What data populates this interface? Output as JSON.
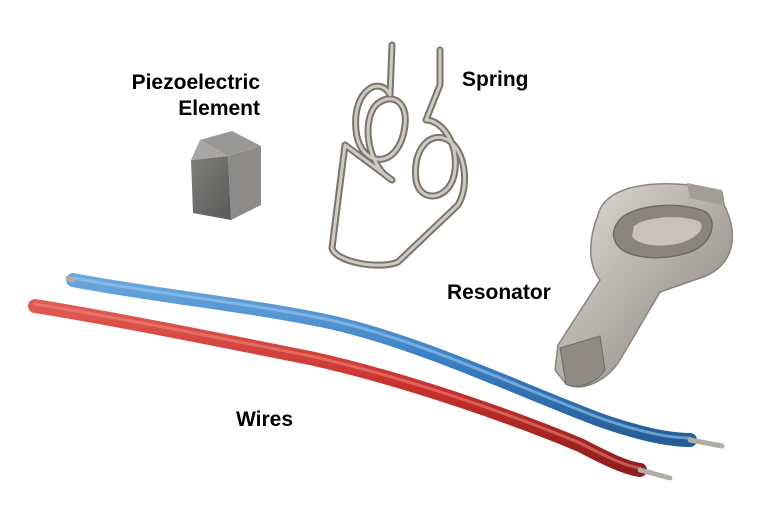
{
  "labels": {
    "piezo_line1": "Piezoelectric",
    "piezo_line2": "Element",
    "spring": "Spring",
    "resonator": "Resonator",
    "wires": "Wires"
  },
  "colors": {
    "background": "#ffffff",
    "blue_wire": "#3a7fc4",
    "red_wire": "#c8302c",
    "metal": "#b9b4ae",
    "piezo": "#6e6d6c"
  }
}
